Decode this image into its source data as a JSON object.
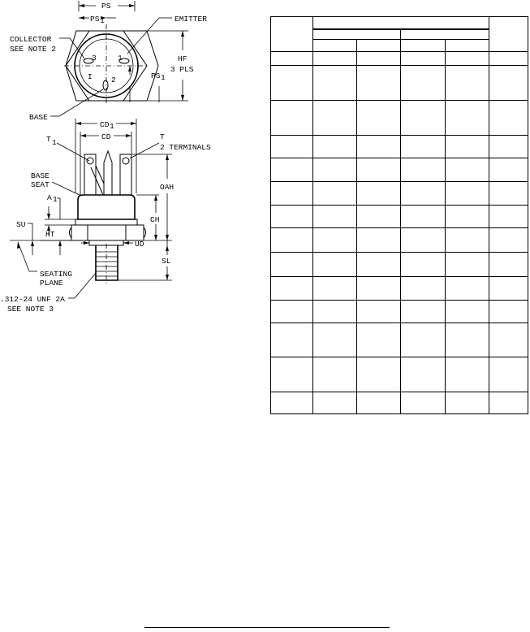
{
  "drawing": {
    "top_view": {
      "ps": "PS",
      "ps1_top": "PS",
      "ps1_top_sub": "1",
      "emitter": "EMITTER",
      "collector": "COLLECTOR",
      "see_note_2": "SEE NOTE 2",
      "pin_3": "3",
      "pin_1": "1",
      "pin_2": "2",
      "hf": "HF",
      "three_pls": "3 PLS",
      "ps1_side": "PS",
      "ps1_side_sub": "1",
      "base": "BASE"
    },
    "side_view": {
      "cd1": "CD",
      "cd1_sub": "1",
      "cd": "CD",
      "t1": "T",
      "t1_sub": "1",
      "t": "T",
      "two_terminals": "2 TERMINALS",
      "base_seat_1": "BASE",
      "base_seat_2": "SEAT",
      "a1": "A",
      "a1_sub": "1",
      "oah": "OAH",
      "ch": "CH",
      "su": "SU",
      "ht": "HT",
      "ud": "UD",
      "sl": "SL",
      "seating_1": "SEATING",
      "seating_2": "PLANE",
      "thread_1": ".312-24 UNF 2A",
      "thread_2": "SEE NOTE 3"
    }
  }
}
